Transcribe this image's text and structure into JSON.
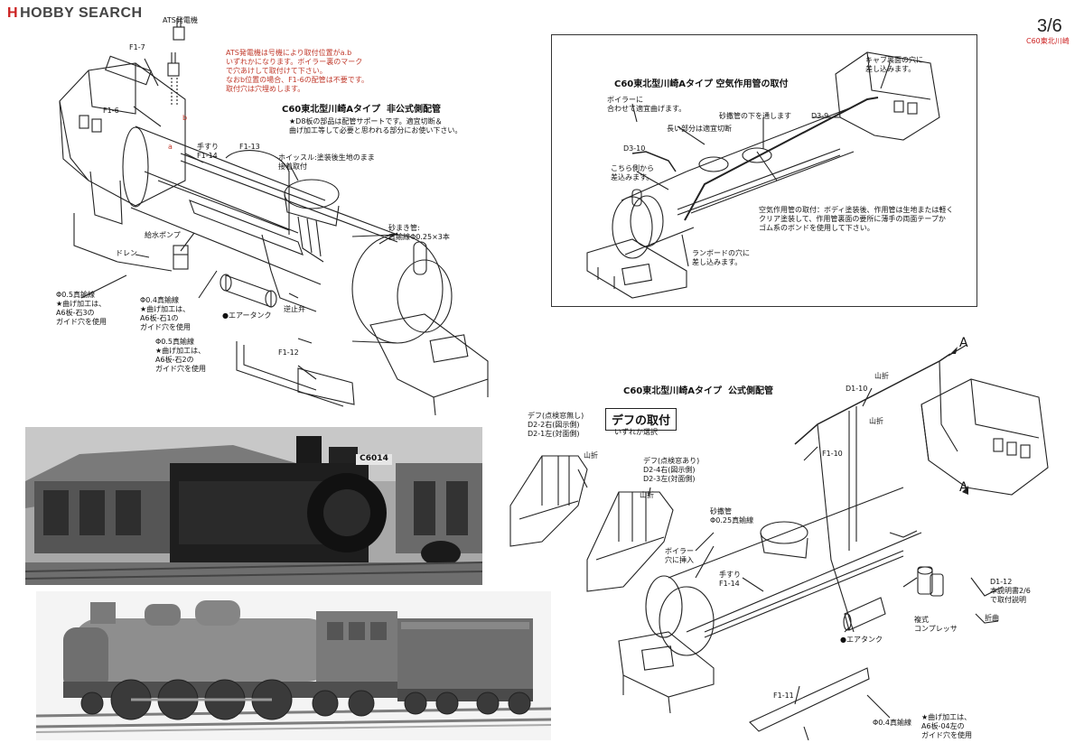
{
  "header": {
    "logo_text": "HOBBY SEARCH",
    "logo_mark": "H",
    "page_number": "3/6",
    "page_sub": "C60東北川崎"
  },
  "top_left": {
    "title": "C60東北型川崎Aタイプ  非公式側配管",
    "title_note": "★D8板の部品は配管サポートです。適宜切断＆\n曲げ加工等して必要と思われる部分にお使い下さい。",
    "ats_label": "ATS発電機",
    "ats_note": "ATS発電機は号機により取付位置がa.b\nいずれかになります。ボイラー裏のマーク\nで穴あけして取付けて下さい。\nなおb位置の場合、F1-6の配管は不要です。\n取付穴は穴埋めします。",
    "labels": {
      "f1_7": "F1-7",
      "f1_6": "F1-6",
      "a": "a",
      "b": "b",
      "handrail": "手すり\nF1-14",
      "f1_13": "F1-13",
      "whistle": "ホイッスル:塗装後生地のまま\n接着取付",
      "sand_pipe": "砂まき管:\n真鍮線Φ0.25×3本",
      "feed_pump": "給水ポンプ",
      "drain": "ドレン",
      "wire05_a": "Φ0.5真鍮線\n★曲げ加工は、\nA6板-石3の\nガイド穴を使用",
      "wire04": "Φ0.4真鍮線\n★曲げ加工は、\nA6板-石1の\nガイド穴を使用",
      "air_tank": "●エアータンク",
      "check_valve": "逆止弁",
      "wire05_b": "Φ0.5真鍮線\n★曲げ加工は、\nA6板-石2の\nガイド穴を使用",
      "f1_12": "F1-12"
    }
  },
  "top_right": {
    "title": "C60東北型川崎Aタイプ 空気作用管の取付",
    "labels": {
      "boiler": "ボイラーに\n合わせて適宜曲げます。",
      "sand_dome": "砂撒管の下を通します",
      "d3_9": "D3-9",
      "cab_hole": "キャブ裏面の穴に\n差し込みます。",
      "long_part": "長い部分は適宜切断",
      "d3_10": "D3-10",
      "insert_from": "こちら側から\n差込みます。",
      "air_pipe_note": "空気作用管の取付：ボディ塗装後、作用管は生地または軽く\nクリア塗装して、作用管裏面の要所に薄手の両面テープか\nゴム系のボンドを使用して下さい。",
      "runboard": "ランボードの穴に\n差し込みます。"
    }
  },
  "bottom_right": {
    "title": "C60東北型川崎Aタイプ  公式側配管",
    "deflector_box": "デフの取付",
    "deflector_sub": "いずれか選択",
    "labels": {
      "arrow_a": "A",
      "arrow_a2": "A",
      "fold1": "山折",
      "fold2": "山折",
      "fold3": "山折",
      "fold4": "山折",
      "d1_10": "D1-10",
      "f1_10": "F1-10",
      "def_no_window": "デフ(点検窓無し)\nD2-2右(図示側)\nD2-1左(対面側)",
      "def_window": "デフ(点検窓あり)\nD2-4右(図示側)\nD2-3左(対面側)",
      "sand_pipe": "砂撒管\nΦ0.25真鍮線",
      "boiler_hole": "ボイラー\n穴に挿入",
      "handrail": "手すり\nF1-14",
      "d1_12": "D1-12\n本説明書2/6\nで取付説明",
      "bend": "折曲",
      "compressor": "複式\nコンプレッサ",
      "air_tank": "●エアタンク",
      "f1_11": "F1-11",
      "wire04": "Φ0.4真鍮線",
      "wire04_note": "★曲げ加工は、\nA6板-04左の\nガイド穴を使用"
    }
  },
  "photos": {
    "roundhouse_plate": "C6014",
    "model_caption": ""
  }
}
